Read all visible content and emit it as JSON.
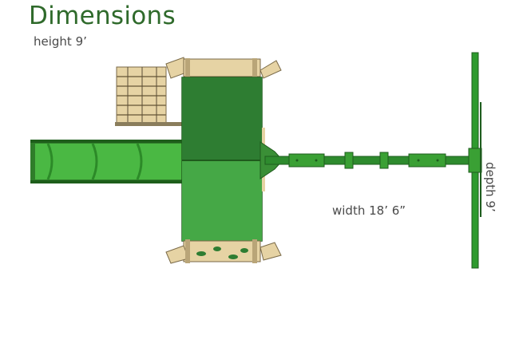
{
  "header": {
    "title": "Dimensions"
  },
  "dimensions": {
    "height_label": "height 9’",
    "width_label": "width 18’ 6”",
    "depth_label": "depth 9’"
  },
  "colors": {
    "title": "#2f6a2b",
    "roof_dark": "#2e7d32",
    "roof_light": "#45a846",
    "slide": "#3ea83a",
    "wood": "#e6d3a4",
    "beam": "#2e8b2e"
  }
}
